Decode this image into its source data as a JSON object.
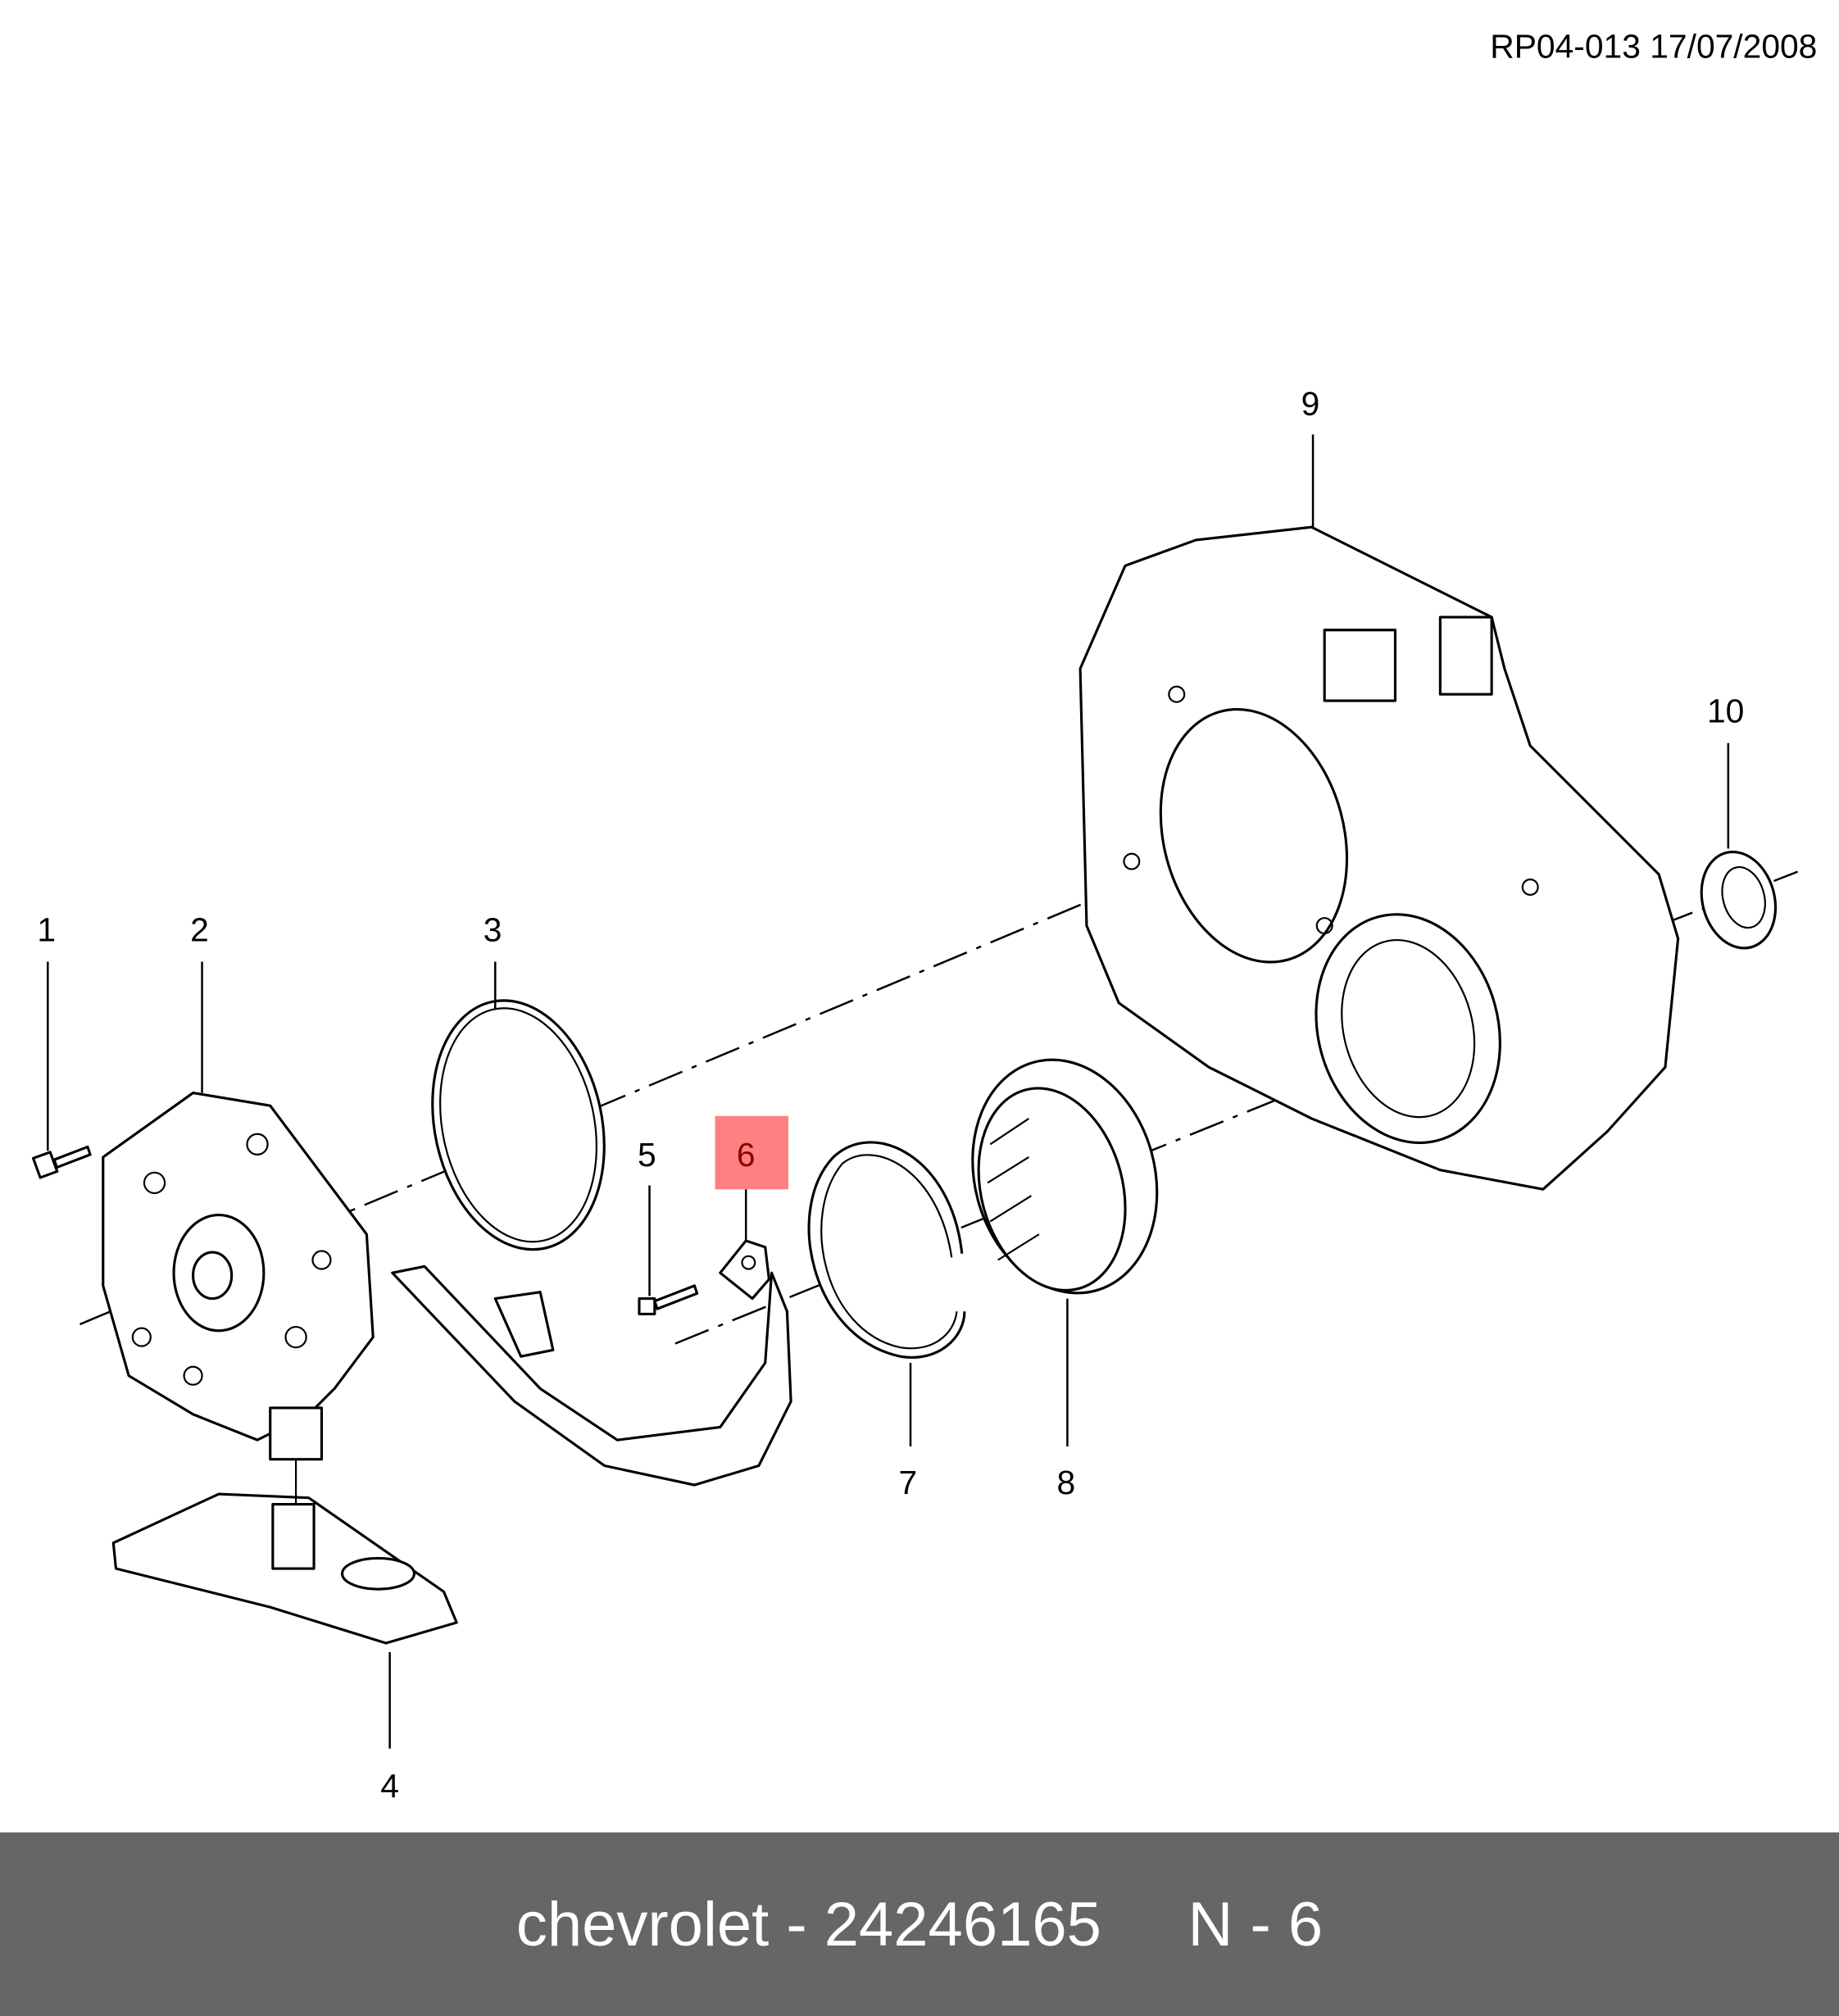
{
  "header": {
    "ref_date": "RP04-013 17/07/2008"
  },
  "callouts": [
    {
      "id": "1",
      "label": "1"
    },
    {
      "id": "2",
      "label": "2"
    },
    {
      "id": "3",
      "label": "3"
    },
    {
      "id": "4",
      "label": "4"
    },
    {
      "id": "5",
      "label": "5"
    },
    {
      "id": "6",
      "label": "6",
      "highlighted": true
    },
    {
      "id": "7",
      "label": "7"
    },
    {
      "id": "8",
      "label": "8"
    },
    {
      "id": "9",
      "label": "9"
    },
    {
      "id": "10",
      "label": "10"
    }
  ],
  "colors": {
    "highlight": "#ff8080",
    "highlight_text": "#8b0000",
    "footer_bg": "#666666"
  },
  "footer": {
    "text": "chevrolet - 24246165     N - 6"
  }
}
